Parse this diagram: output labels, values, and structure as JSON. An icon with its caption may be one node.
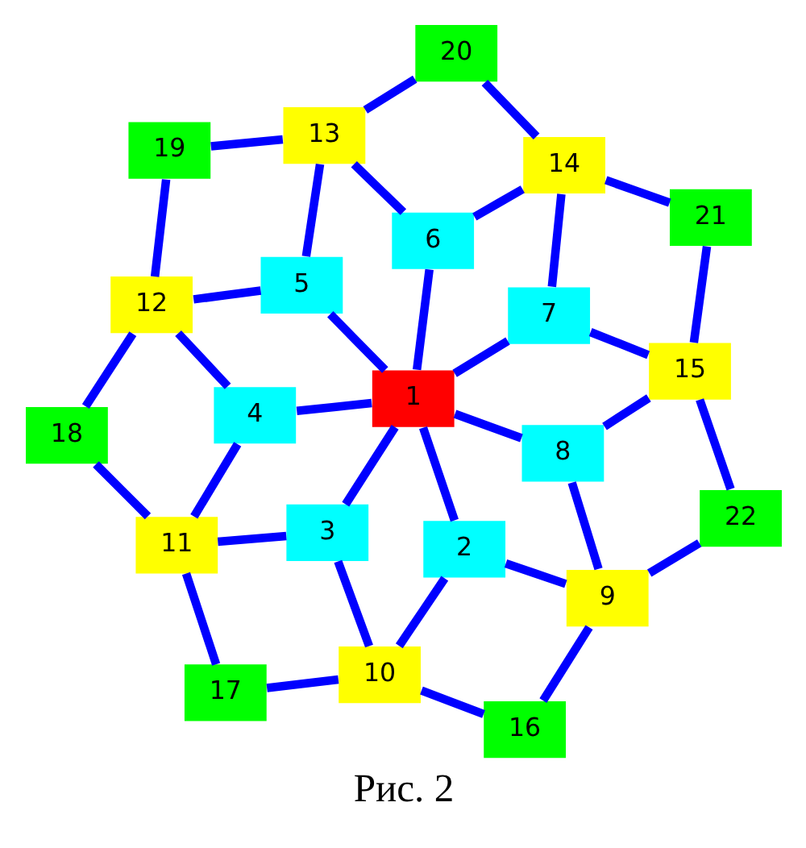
{
  "diagram": {
    "caption": "Рис. 2",
    "nodes": [
      {
        "text": [
          "1"
        ]
      },
      {
        "text": [
          "2"
        ]
      },
      {
        "text": [
          "3"
        ]
      },
      {
        "text": [
          "4"
        ]
      },
      {
        "text": [
          "5"
        ]
      },
      {
        "text": [
          "6"
        ]
      },
      {
        "text": [
          "7"
        ]
      },
      {
        "text": [
          "8"
        ]
      },
      {
        "text": [
          "9"
        ]
      },
      {
        "text": [
          "10"
        ]
      },
      {
        "text": [
          "11"
        ]
      },
      {
        "text": [
          "12"
        ]
      },
      {
        "text": [
          "13"
        ]
      },
      {
        "text": [
          "14"
        ]
      },
      {
        "text": [
          "15"
        ]
      },
      {
        "text": [
          "16"
        ]
      },
      {
        "text": [
          "17"
        ]
      },
      {
        "text": [
          "18"
        ]
      },
      {
        "text": [
          "19"
        ]
      },
      {
        "text": [
          "20"
        ]
      },
      {
        "text": [
          "21"
        ]
      },
      {
        "text": [
          "22"
        ]
      }
    ],
    "edges": [
      {
        "from": 0,
        "to": 1,
        "arrow": "none"
      },
      {
        "from": 0,
        "to": 2,
        "arrow": "none"
      },
      {
        "from": 0,
        "to": 3,
        "arrow": "none"
      },
      {
        "from": 0,
        "to": 4,
        "arrow": "none"
      },
      {
        "from": 0,
        "to": 5,
        "arrow": "none"
      },
      {
        "from": 0,
        "to": 6,
        "arrow": "none"
      },
      {
        "from": 0,
        "to": 7,
        "arrow": "none"
      },
      {
        "from": 1,
        "to": 8,
        "arrow": "none"
      },
      {
        "from": 1,
        "to": 9,
        "arrow": "none"
      },
      {
        "from": 2,
        "to": 9,
        "arrow": "none"
      },
      {
        "from": 2,
        "to": 10,
        "arrow": "none"
      },
      {
        "from": 3,
        "to": 10,
        "arrow": "none"
      },
      {
        "from": 3,
        "to": 11,
        "arrow": "none"
      },
      {
        "from": 4,
        "to": 11,
        "arrow": "none"
      },
      {
        "from": 4,
        "to": 12,
        "arrow": "none"
      },
      {
        "from": 5,
        "to": 12,
        "arrow": "none"
      },
      {
        "from": 5,
        "to": 13,
        "arrow": "none"
      },
      {
        "from": 6,
        "to": 13,
        "arrow": "none"
      },
      {
        "from": 6,
        "to": 14,
        "arrow": "none"
      },
      {
        "from": 7,
        "to": 14,
        "arrow": "none"
      },
      {
        "from": 7,
        "to": 8,
        "arrow": "none"
      },
      {
        "from": 8,
        "to": 15,
        "arrow": "none"
      },
      {
        "from": 15,
        "to": 9,
        "arrow": "none"
      },
      {
        "from": 9,
        "to": 16,
        "arrow": "none"
      },
      {
        "from": 16,
        "to": 10,
        "arrow": "none"
      },
      {
        "from": 10,
        "to": 17,
        "arrow": "none"
      },
      {
        "from": 17,
        "to": 11,
        "arrow": "none"
      },
      {
        "from": 11,
        "to": 18,
        "arrow": "none"
      },
      {
        "from": 18,
        "to": 12,
        "arrow": "none"
      },
      {
        "from": 12,
        "to": 19,
        "arrow": "none"
      },
      {
        "from": 19,
        "to": 13,
        "arrow": "none"
      },
      {
        "from": 13,
        "to": 20,
        "arrow": "none"
      },
      {
        "from": 20,
        "to": 14,
        "arrow": "none"
      },
      {
        "from": 14,
        "to": 21,
        "arrow": "none"
      },
      {
        "from": 21,
        "to": 8,
        "arrow": "none"
      }
    ]
  }
}
